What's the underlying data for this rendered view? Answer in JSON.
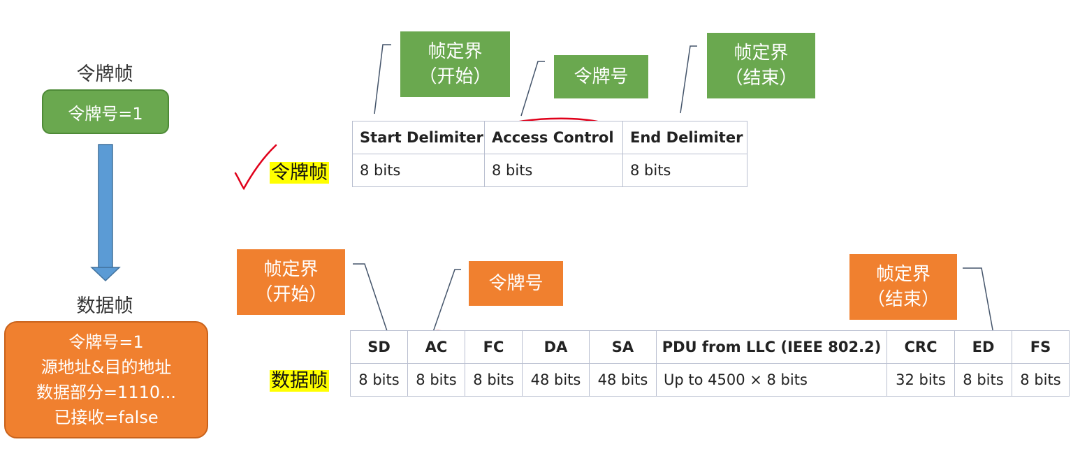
{
  "left": {
    "token_frame_title": "令牌帧",
    "token_box_text": "令牌号=1",
    "data_frame_title": "数据帧",
    "data_box_lines": [
      "令牌号=1",
      "源地址&目的地址",
      "数据部分=1110...",
      "已接收=false"
    ]
  },
  "token_frame": {
    "callouts": {
      "start": [
        "帧定界",
        "（开始）"
      ],
      "token_no": "令牌号",
      "end": [
        "帧定界",
        "（结束）"
      ]
    },
    "row_label": "令牌帧",
    "headers": [
      "Start Delimiter",
      "Access Control",
      "End Delimiter"
    ],
    "sizes": [
      "8 bits",
      "8 bits",
      "8 bits"
    ]
  },
  "data_frame": {
    "callouts": {
      "start": [
        "帧定界",
        "（开始）"
      ],
      "token_no": "令牌号",
      "end": [
        "帧定界",
        "（结束）"
      ]
    },
    "row_label": "数据帧",
    "headers": [
      "SD",
      "AC",
      "FC",
      "DA",
      "SA",
      "PDU from LLC (IEEE 802.2)",
      "CRC",
      "ED",
      "FS"
    ],
    "sizes": [
      "8 bits",
      "8 bits",
      "8 bits",
      "48 bits",
      "48 bits",
      "Up to 4500 × 8 bits",
      "32 bits",
      "8 bits",
      "8 bits"
    ]
  },
  "colors": {
    "green": "#6aa84f",
    "orange": "#f0802f",
    "arrow_blue": "#5b9bd5",
    "annotation_red": "#e0001a",
    "highlight_yellow": "#ffff00"
  }
}
